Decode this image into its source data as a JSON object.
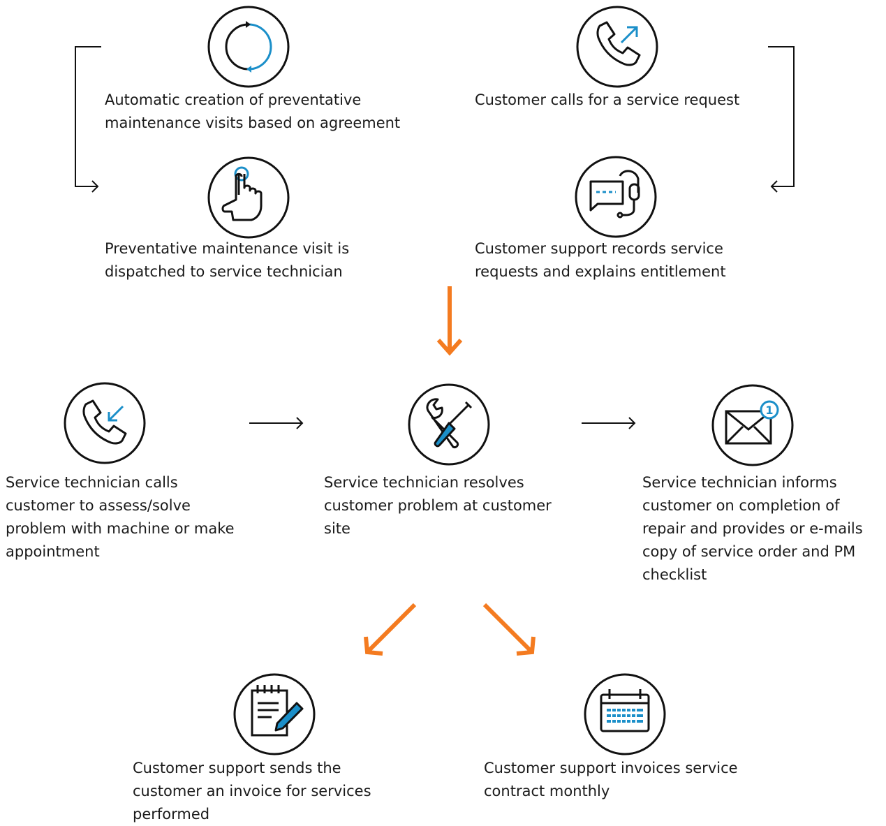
{
  "colors": {
    "accent_orange": "#F47B20",
    "accent_blue": "#1B8FC9",
    "ink": "#111111"
  },
  "steps": {
    "auto_pm": {
      "icon": "refresh-cycle-icon",
      "lines": [
        "Automatic creation of preventative",
        "maintenance visits based on agreement"
      ]
    },
    "customer_calls": {
      "icon": "phone-outgoing-icon",
      "lines": [
        "Customer calls for a service request"
      ]
    },
    "pm_dispatch": {
      "icon": "hand-pointer-icon",
      "lines": [
        "Preventative maintenance visit is",
        "dispatched to service technician"
      ]
    },
    "support_records": {
      "icon": "headset-chat-icon",
      "lines": [
        "Customer support records service",
        "requests and explains entitlement"
      ]
    },
    "tech_calls": {
      "icon": "phone-incoming-icon",
      "lines": [
        "Service technician calls",
        "customer to assess/solve",
        "problem with machine or make",
        "appointment"
      ]
    },
    "tech_resolves": {
      "icon": "wrench-screwdriver-icon",
      "lines": [
        "Service technician resolves",
        "customer problem at customer",
        "site"
      ]
    },
    "tech_informs": {
      "icon": "envelope-notification-icon",
      "lines": [
        "Service technician informs",
        "customer on completion of",
        "repair and provides or e-mails",
        "copy of service order and PM",
        "checklist"
      ]
    },
    "send_invoice": {
      "icon": "notepad-pen-icon",
      "lines": [
        "Customer support sends the",
        "customer an invoice for services",
        "performed"
      ]
    },
    "monthly_invoice": {
      "icon": "calendar-icon",
      "lines": [
        "Customer support invoices service",
        "contract monthly"
      ]
    }
  }
}
